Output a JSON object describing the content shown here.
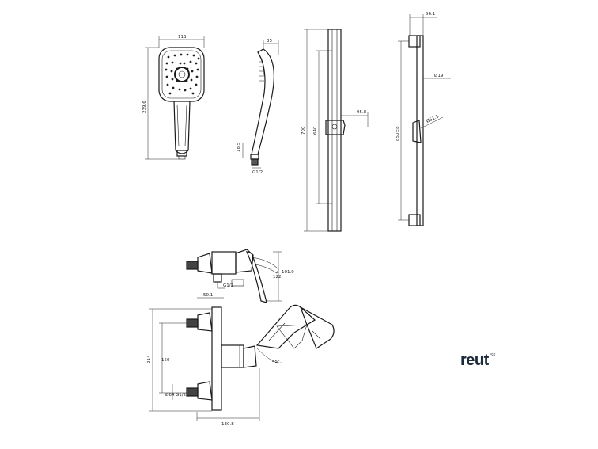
{
  "dimensions": {
    "head_width": "113",
    "head_length": "239.6",
    "side_depth": "35",
    "side_neck": "18.5",
    "side_thread": "G1/2",
    "rail_total": "700",
    "rail_inner": "640",
    "holder_proj": "95.8",
    "wall_offset": "56.1",
    "bracket_span": "850±8",
    "rail_dia": "Ø19",
    "holder_dia": "Ø51.5",
    "mixer_height": "101.9",
    "mixer_lever": "122",
    "mixer_depth": "50.1",
    "mixer_thread": "G1/2",
    "mixer_total_h": "214",
    "mixer_centers": "150",
    "mixer_escutcheon": "Ø64",
    "mixer_inlet": "G1/2",
    "mixer_width": "130.8",
    "lever_angle": "45°"
  },
  "brand": {
    "name": "reut",
    "mark": "SK"
  }
}
